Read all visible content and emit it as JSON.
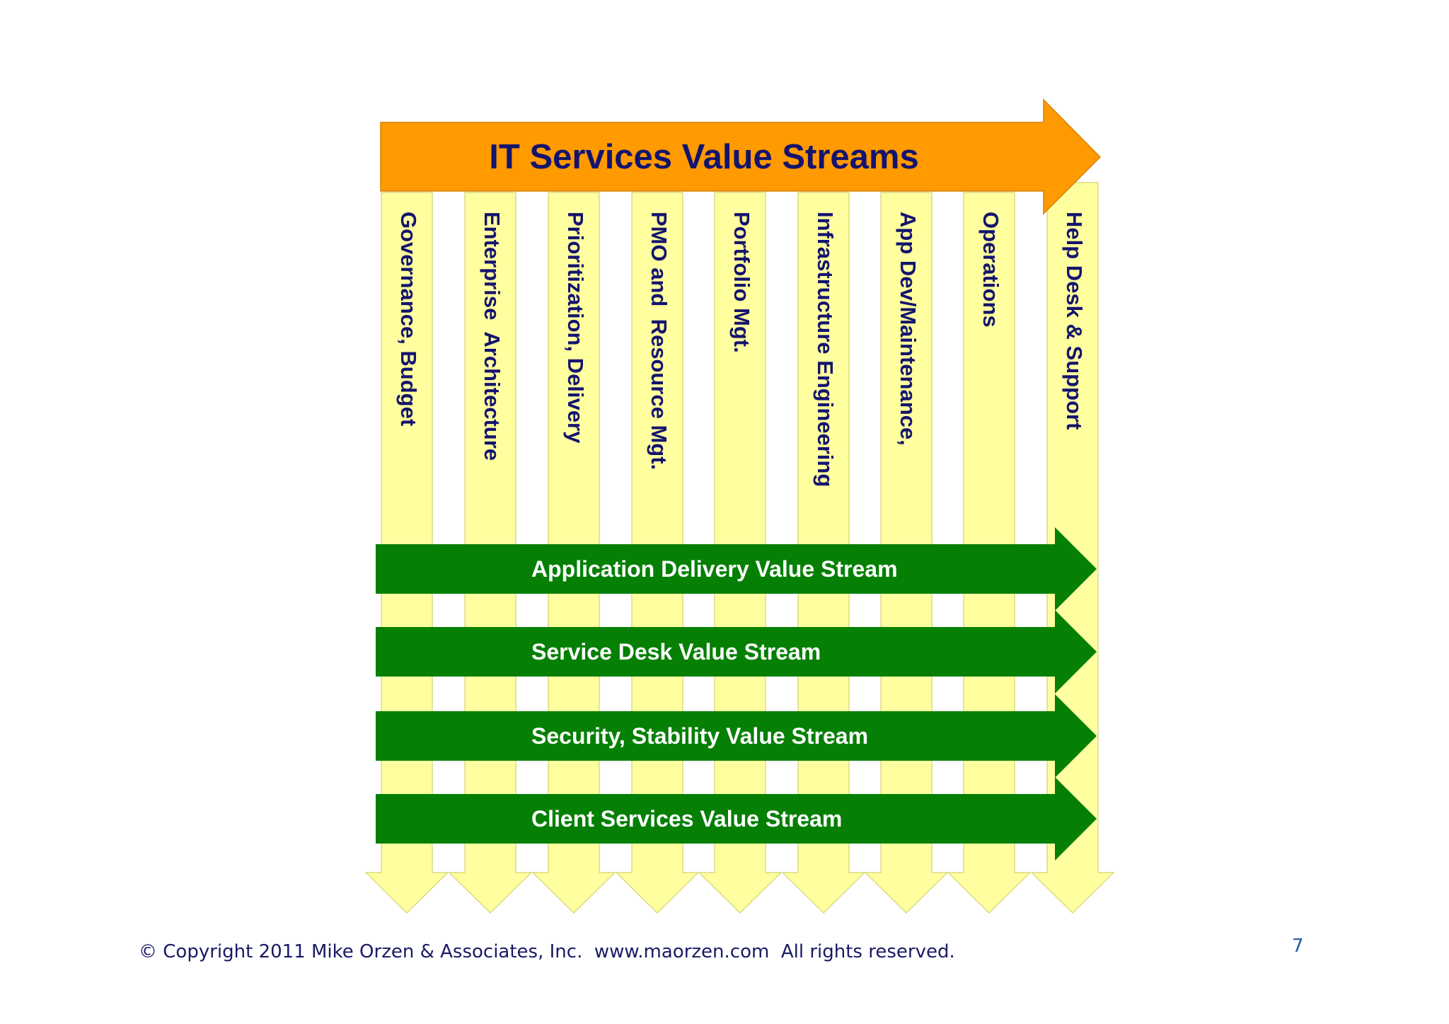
{
  "title": "IT Services Value Streams",
  "columns": [
    "Governance, Budget",
    "Enterprise  Architecture",
    "Prioritization, Delivery",
    "PMO and  Resource Mgt.",
    "Portfolio Mgt.",
    "Infrastructure Engineering",
    "App Dev/Maintenance,",
    "Operations",
    "Help Desk & Support"
  ],
  "streams": [
    "Application Delivery Value Stream",
    "Service Desk Value Stream",
    "Security, Stability Value Stream",
    "Client Services Value Stream"
  ],
  "footer": {
    "copyright": "© Copyright 2011 Mike Orzen & Associates, Inc.  www.maorzen.com  All rights reserved.",
    "page_number": "7"
  },
  "colors": {
    "orange": "#FF9A00",
    "green": "#058005",
    "yellow": "#FFFF9F",
    "text_dark": "#14146E",
    "text_light": "#FFFFFF"
  }
}
